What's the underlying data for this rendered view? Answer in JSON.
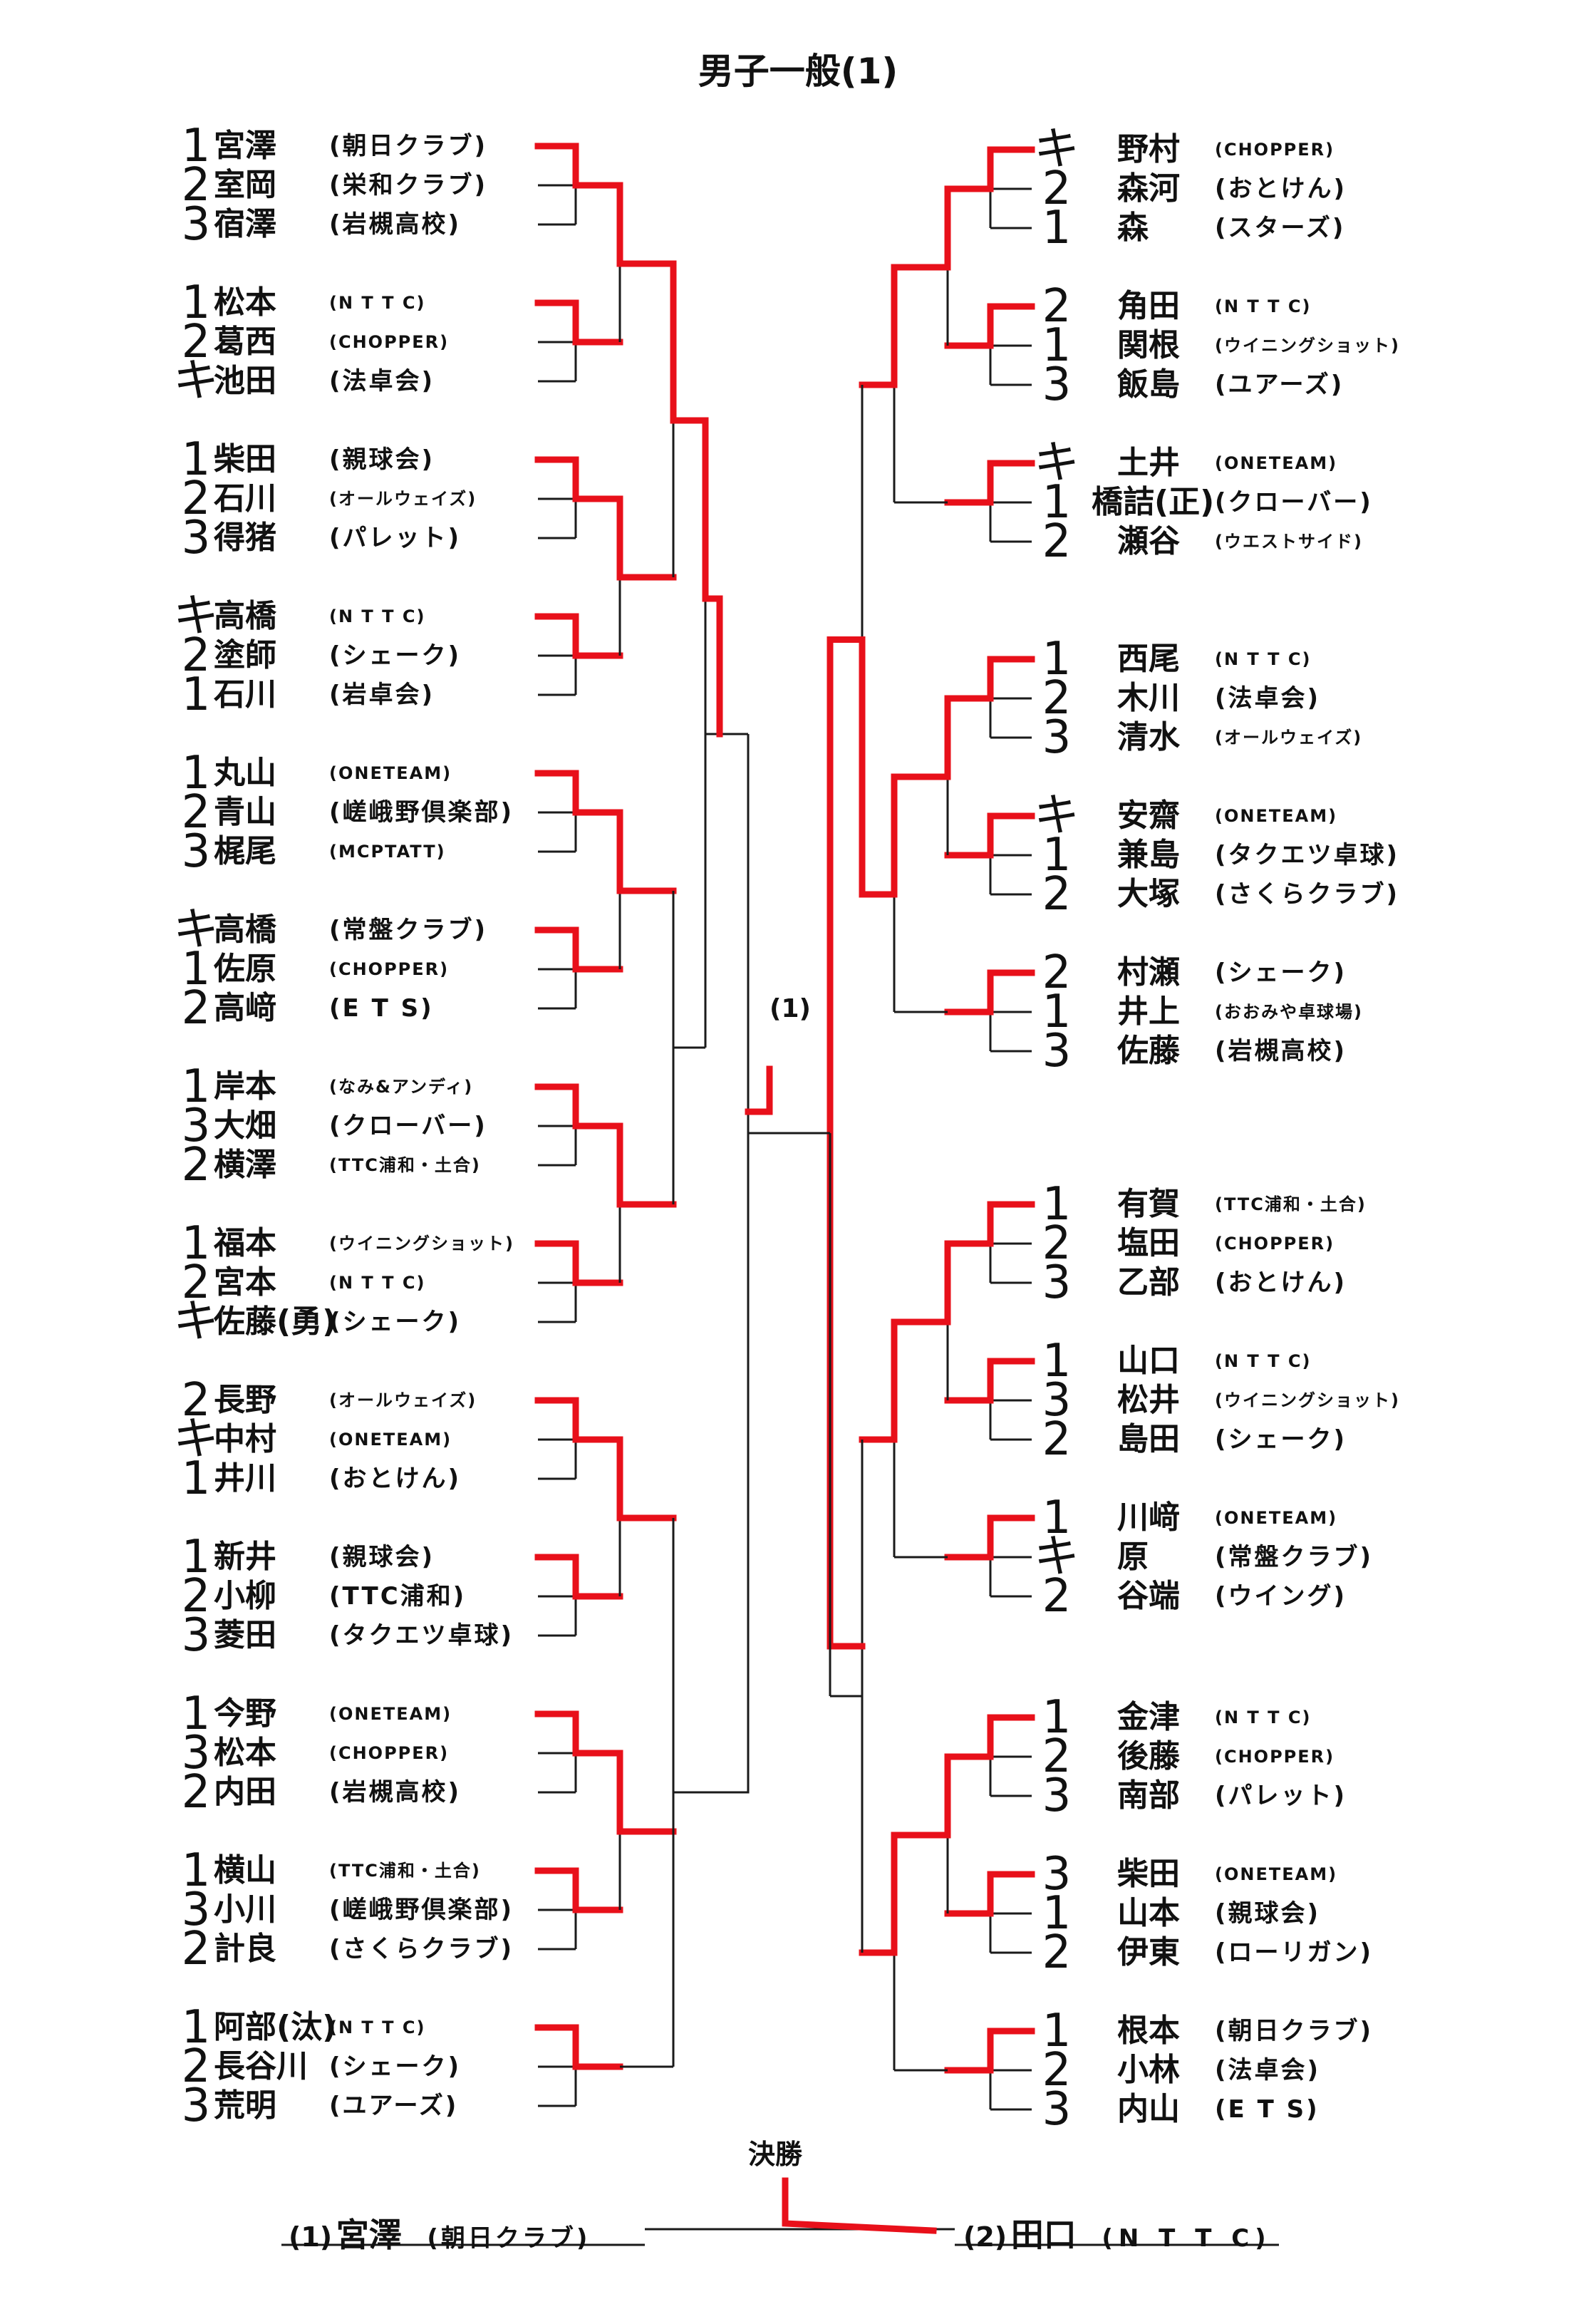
{
  "title": "男子一般(1)",
  "semifinal_label": "(1)",
  "final_label": "決勝",
  "final": {
    "left": {
      "seed": "(1)",
      "name": "宮澤",
      "club": "(朝日クラブ)"
    },
    "right": {
      "seed": "(2)",
      "name": "田口",
      "club": "(N T T C)"
    }
  },
  "left_groups": [
    {
      "players": [
        {
          "mark": "1",
          "name": "宮澤",
          "club": "(朝日クラブ)"
        },
        {
          "mark": "2",
          "name": "室岡",
          "club": "(栄和クラブ)"
        },
        {
          "mark": "3",
          "name": "宿澤",
          "club": "(岩槻高校)"
        }
      ]
    },
    {
      "players": [
        {
          "mark": "1",
          "name": "松本",
          "club": "(N T T C)"
        },
        {
          "mark": "2",
          "name": "葛西",
          "club": "(CHOPPER)"
        },
        {
          "mark": "キ",
          "name": "池田",
          "club": "(法卓会)"
        }
      ]
    },
    {
      "players": [
        {
          "mark": "1",
          "name": "柴田",
          "club": "(親球会)"
        },
        {
          "mark": "2",
          "name": "石川",
          "club": "(オールウェイズ)"
        },
        {
          "mark": "3",
          "name": "得猪",
          "club": "(パレット)"
        }
      ]
    },
    {
      "players": [
        {
          "mark": "キ",
          "name": "高橋",
          "club": "(N T T C)"
        },
        {
          "mark": "2",
          "name": "塗師",
          "club": "(シェーク)"
        },
        {
          "mark": "1",
          "name": "石川",
          "club": "(岩卓会)"
        }
      ]
    },
    {
      "players": [
        {
          "mark": "1",
          "name": "丸山",
          "club": "(ONETEAM)"
        },
        {
          "mark": "2",
          "name": "青山",
          "club": "(嵯峨野倶楽部)"
        },
        {
          "mark": "3",
          "name": "梶尾",
          "club": "(MCPTATT)"
        }
      ]
    },
    {
      "players": [
        {
          "mark": "キ",
          "name": "高橋",
          "club": "(常盤クラブ)"
        },
        {
          "mark": "1",
          "name": "佐原",
          "club": "(CHOPPER)"
        },
        {
          "mark": "2",
          "name": "高﨑",
          "club": "(E T S)"
        }
      ]
    },
    {
      "players": [
        {
          "mark": "1",
          "name": "岸本",
          "club": "(なみ&アンディ)"
        },
        {
          "mark": "3",
          "name": "大畑",
          "club": "(クローバー)"
        },
        {
          "mark": "2",
          "name": "横澤",
          "club": "(TTC浦和・土合)"
        }
      ]
    },
    {
      "players": [
        {
          "mark": "1",
          "name": "福本",
          "club": "(ウイニングショット)"
        },
        {
          "mark": "2",
          "name": "宮本",
          "club": "(N T T C)"
        },
        {
          "mark": "キ",
          "name": "佐藤(勇)",
          "club": "(シェーク)"
        }
      ]
    },
    {
      "players": [
        {
          "mark": "2",
          "name": "長野",
          "club": "(オールウェイズ)"
        },
        {
          "mark": "キ",
          "name": "中村",
          "club": "(ONETEAM)"
        },
        {
          "mark": "1",
          "name": "井川",
          "club": "(おとけん)"
        }
      ]
    },
    {
      "players": [
        {
          "mark": "1",
          "name": "新井",
          "club": "(親球会)"
        },
        {
          "mark": "2",
          "name": "小柳",
          "club": "(TTC浦和)"
        },
        {
          "mark": "3",
          "name": "菱田",
          "club": "(タクエツ卓球)"
        }
      ]
    },
    {
      "players": [
        {
          "mark": "1",
          "name": "今野",
          "club": "(ONETEAM)"
        },
        {
          "mark": "3",
          "name": "松本",
          "club": "(CHOPPER)"
        },
        {
          "mark": "2",
          "name": "内田",
          "club": "(岩槻高校)"
        }
      ]
    },
    {
      "players": [
        {
          "mark": "1",
          "name": "横山",
          "club": "(TTC浦和・土合)"
        },
        {
          "mark": "3",
          "name": "小川",
          "club": "(嵯峨野倶楽部)"
        },
        {
          "mark": "2",
          "name": "計良",
          "club": "(さくらクラブ)"
        }
      ]
    },
    {
      "players": [
        {
          "mark": "1",
          "name": "阿部(汰)",
          "club": "(N T T C)"
        },
        {
          "mark": "2",
          "name": "長谷川",
          "club": "(シェーク)"
        },
        {
          "mark": "3",
          "name": "荒明",
          "club": "(ユアーズ)"
        }
      ]
    }
  ],
  "right_groups": [
    {
      "players": [
        {
          "mark": "キ",
          "name": "野村",
          "club": "(CHOPPER)"
        },
        {
          "mark": "2",
          "name": "森河",
          "club": "(おとけん)"
        },
        {
          "mark": "1",
          "name": "森",
          "club": "(スターズ)"
        }
      ]
    },
    {
      "players": [
        {
          "mark": "2",
          "name": "角田",
          "club": "(N T T C)"
        },
        {
          "mark": "1",
          "name": "関根",
          "club": "(ウイニングショット)"
        },
        {
          "mark": "3",
          "name": "飯島",
          "club": "(ユアーズ)"
        }
      ]
    },
    {
      "players": [
        {
          "mark": "キ",
          "name": "土井",
          "club": "(ONETEAM)"
        },
        {
          "mark": "1",
          "name": "橋詰(正)",
          "club": "(クローバー)"
        },
        {
          "mark": "2",
          "name": "瀬谷",
          "club": "(ウエストサイド)"
        }
      ]
    },
    {
      "players": [
        {
          "mark": "1",
          "name": "西尾",
          "club": "(N T T C)"
        },
        {
          "mark": "2",
          "name": "木川",
          "club": "(法卓会)"
        },
        {
          "mark": "3",
          "name": "清水",
          "club": "(オールウェイズ)"
        }
      ]
    },
    {
      "players": [
        {
          "mark": "キ",
          "name": "安齋",
          "club": "(ONETEAM)"
        },
        {
          "mark": "1",
          "name": "兼島",
          "club": "(タクエツ卓球)"
        },
        {
          "mark": "2",
          "name": "大塚",
          "club": "(さくらクラブ)"
        }
      ]
    },
    {
      "players": [
        {
          "mark": "2",
          "name": "村瀬",
          "club": "(シェーク)"
        },
        {
          "mark": "1",
          "name": "井上",
          "club": "(おおみや卓球場)"
        },
        {
          "mark": "3",
          "name": "佐藤",
          "club": "(岩槻高校)"
        }
      ]
    },
    {
      "players": [
        {
          "mark": "1",
          "name": "有賀",
          "club": "(TTC浦和・土合)"
        },
        {
          "mark": "2",
          "name": "塩田",
          "club": "(CHOPPER)"
        },
        {
          "mark": "3",
          "name": "乙部",
          "club": "(おとけん)"
        }
      ]
    },
    {
      "players": [
        {
          "mark": "1",
          "name": "山口",
          "club": "(N T T C)"
        },
        {
          "mark": "3",
          "name": "松井",
          "club": "(ウイニングショット)"
        },
        {
          "mark": "2",
          "name": "島田",
          "club": "(シェーク)"
        }
      ]
    },
    {
      "players": [
        {
          "mark": "1",
          "name": "川﨑",
          "club": "(ONETEAM)"
        },
        {
          "mark": "キ",
          "name": "原",
          "club": "(常盤クラブ)"
        },
        {
          "mark": "2",
          "name": "谷端",
          "club": "(ウイング)"
        }
      ]
    },
    {
      "players": [
        {
          "mark": "1",
          "name": "金津",
          "club": "(N T T C)"
        },
        {
          "mark": "2",
          "name": "後藤",
          "club": "(CHOPPER)"
        },
        {
          "mark": "3",
          "name": "南部",
          "club": "(パレット)"
        }
      ]
    },
    {
      "players": [
        {
          "mark": "3",
          "name": "柴田",
          "club": "(ONETEAM)"
        },
        {
          "mark": "1",
          "name": "山本",
          "club": "(親球会)"
        },
        {
          "mark": "2",
          "name": "伊東",
          "club": "(ローリガン)"
        }
      ]
    },
    {
      "players": [
        {
          "mark": "1",
          "name": "根本",
          "club": "(朝日クラブ)"
        },
        {
          "mark": "2",
          "name": "小林",
          "club": "(法卓会)"
        },
        {
          "mark": "3",
          "name": "内山",
          "club": "(E T S)"
        }
      ]
    }
  ]
}
